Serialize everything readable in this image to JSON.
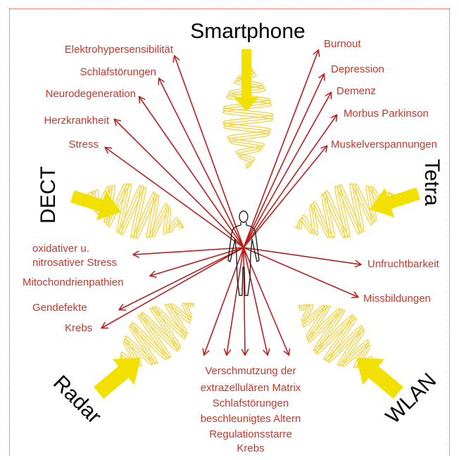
{
  "sources": {
    "smartphone": "Smartphone",
    "dect": "DECT",
    "tetra": "Tetra",
    "radar": "Radar",
    "wlan": "WLAN"
  },
  "effects": {
    "elektrohypersensibilitaet": "Elektrohypersensibilität",
    "schlafstoerungen": "Schlafstörungen",
    "neurodegeneration": "Neurodegeneration",
    "herzkrankheit": "Herzkrankheit",
    "stress": "Stress",
    "burnout": "Burnout",
    "depression": "Depression",
    "demenz": "Demenz",
    "morbus_parkinson": "Morbus Parkinson",
    "muskelverspannungen": "Muskelverspannungen",
    "oxidativer_line1": "oxidativer u.",
    "oxidativer_line2": "nitrosativer Stress",
    "mitochondrienpathien": "Mitochondrienpathien",
    "gendefekte": "Gendefekte",
    "krebs_left": "Krebs",
    "unfruchtbarkeit": "Unfruchtbarkeit",
    "missbildungen": "Missbildungen",
    "bottom_lines": [
      "Verschmutzung der",
      "extrazellulären Matrix",
      "Schlafstörungen",
      "beschleunigtes Altern",
      "Regulationsstarre",
      "Krebs"
    ]
  },
  "colors": {
    "arrow": "#b81e1e",
    "label": "#c0392b",
    "wave": "#f3d23c",
    "big_arrow": "#f2e000",
    "frame": "#c4473c"
  }
}
